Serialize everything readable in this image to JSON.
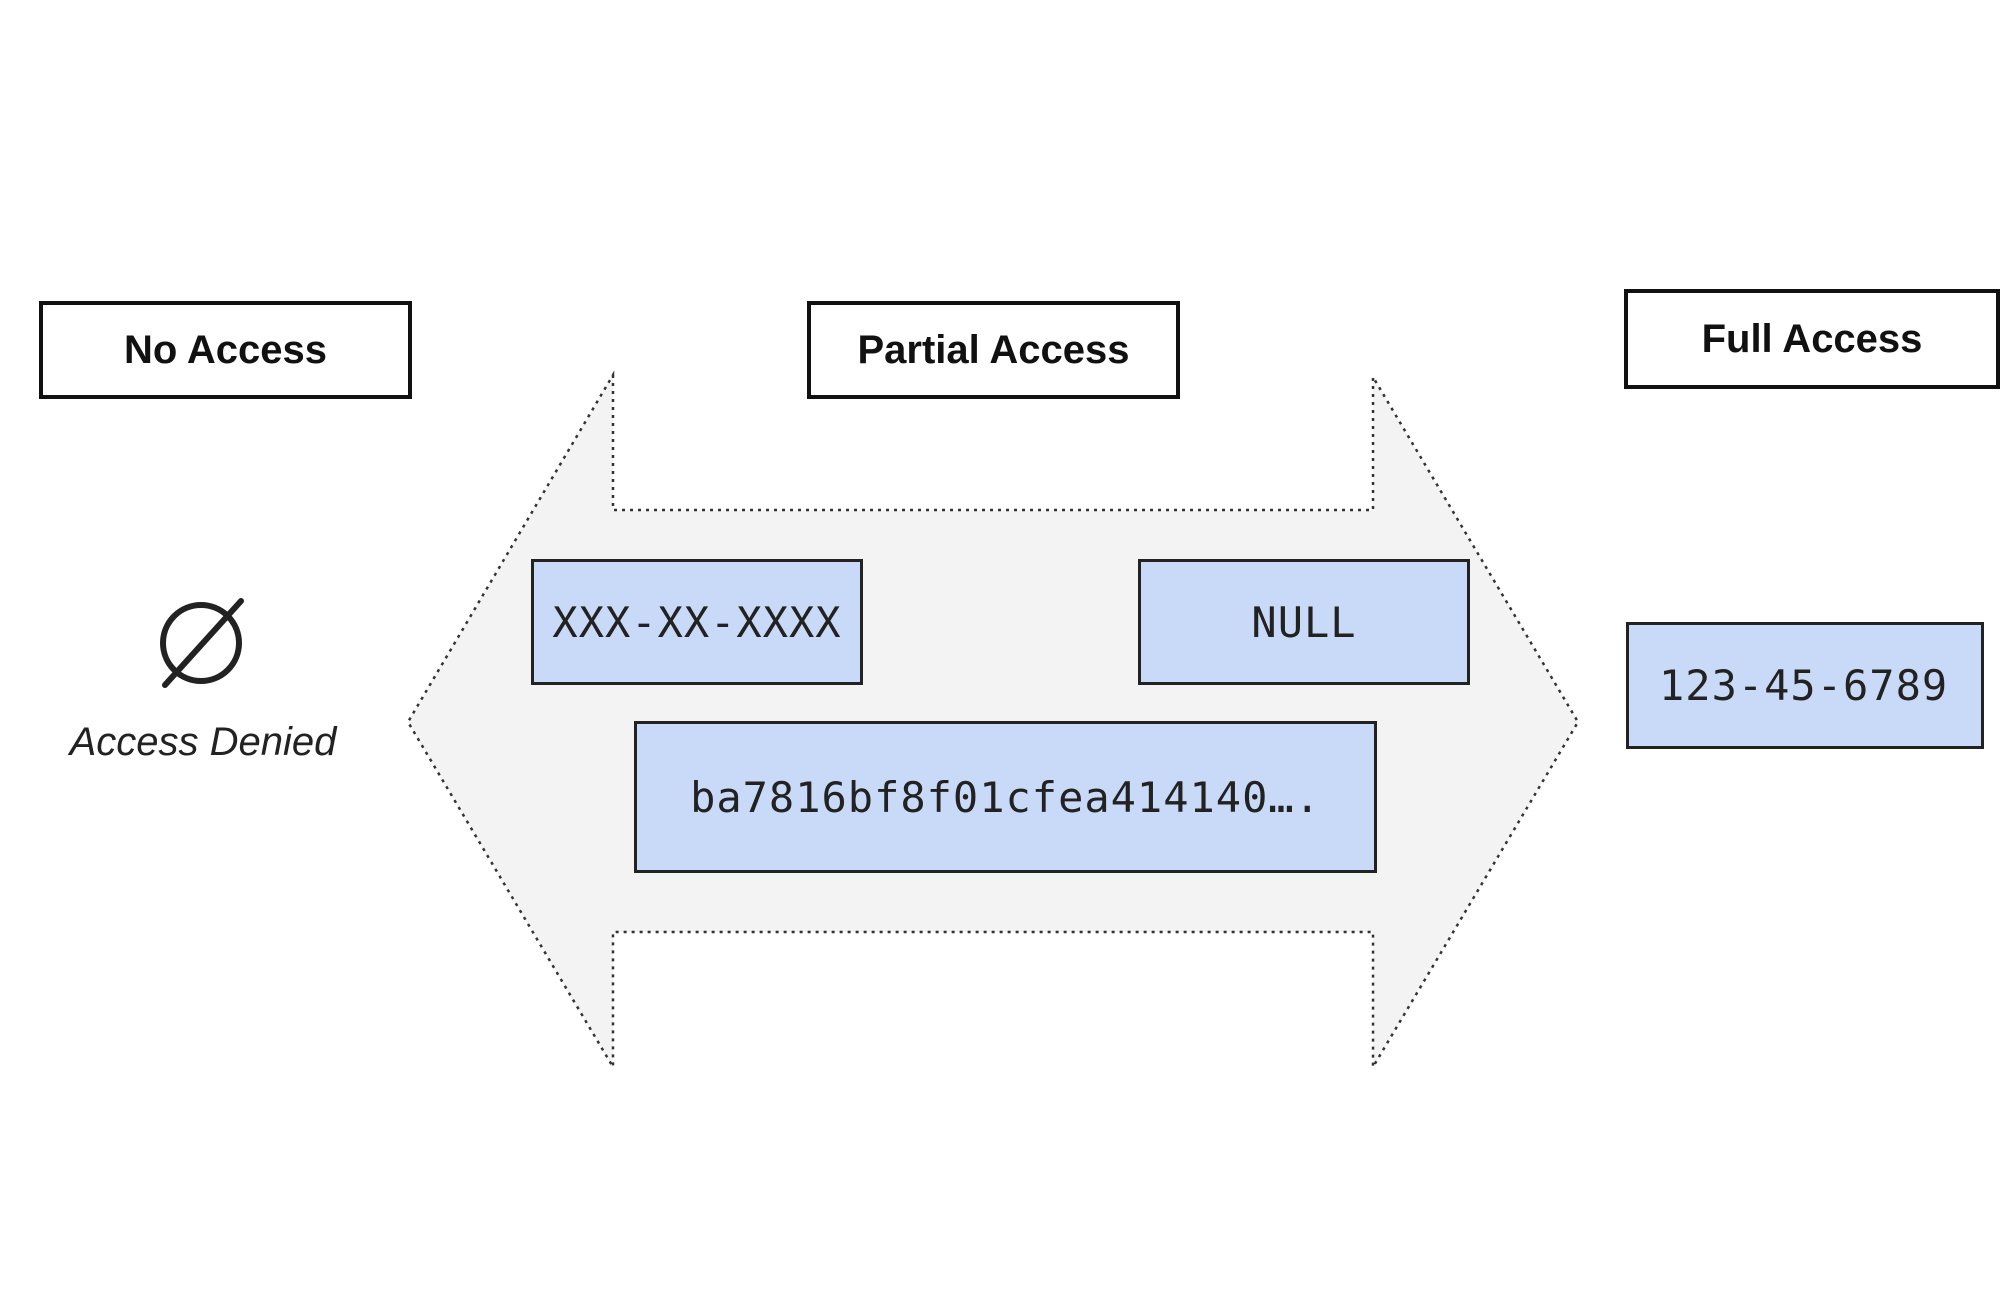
{
  "colors": {
    "value_fill": "#c9daf8",
    "arrow_fill": "#f3f3f3",
    "border": "#222222"
  },
  "labels": {
    "no_access": "No Access",
    "partial_access": "Partial Access",
    "full_access": "Full Access"
  },
  "no_access": {
    "icon": "empty-set-icon",
    "symbol": "∅",
    "text": "Access Denied"
  },
  "partial_access": {
    "masked": "XXX-XX-XXXX",
    "nulled": "NULL",
    "hashed": "ba7816bf8f01cfea414140…."
  },
  "full_access": {
    "value": "123-45-6789"
  }
}
